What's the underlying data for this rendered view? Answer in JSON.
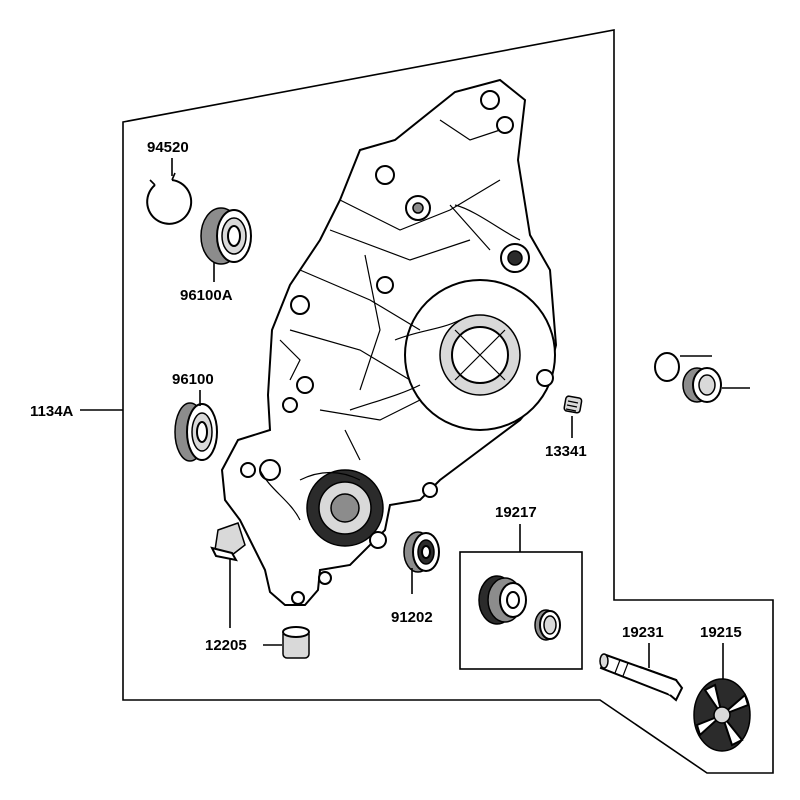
{
  "diagram": {
    "labels": {
      "p94520": "94520",
      "p96100A": "96100A",
      "p96100": "96100",
      "p1134A": "1134A",
      "p13341": "13341",
      "p19217": "19217",
      "p91202": "91202",
      "p12205": "12205",
      "p19231": "19231",
      "p19215": "19215"
    }
  }
}
